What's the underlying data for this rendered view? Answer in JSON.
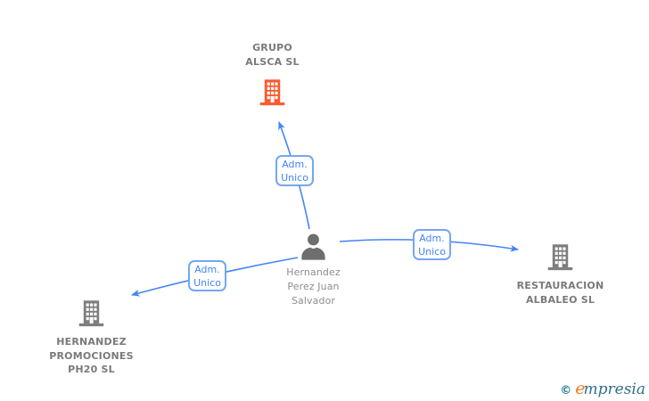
{
  "diagram": {
    "nodes": {
      "grupo_alsca": {
        "label": "GRUPO\nALSCA  SL",
        "type": "company",
        "icon": "building-icon",
        "icon_color": "#fa5b2e",
        "highlighted": true
      },
      "person": {
        "label": "Hernandez\nPerez Juan\nSalvador",
        "type": "person",
        "icon": "person-icon",
        "icon_color": "#6e6e6e",
        "highlighted": false
      },
      "restauracion_albaleo": {
        "label": "RESTAURACION\nALBALEO  SL",
        "type": "company",
        "icon": "building-icon",
        "icon_color": "#7e7e7e",
        "highlighted": false
      },
      "hernandez_promociones": {
        "label": "HERNANDEZ\nPROMOCIONES\nPH20  SL",
        "type": "company",
        "icon": "building-icon",
        "icon_color": "#7e7e7e",
        "highlighted": false
      }
    },
    "edges": [
      {
        "from": "person",
        "to": "grupo_alsca",
        "label": "Adm.\nUnico"
      },
      {
        "from": "person",
        "to": "hernandez_promociones",
        "label": "Adm.\nUnico"
      },
      {
        "from": "person",
        "to": "restauracion_albaleo",
        "label": "Adm.\nUnico"
      }
    ],
    "colors": {
      "edge_blue": "#4285f4",
      "edge_label_border": "#76a6f1",
      "company_gray": "#7e7e7e",
      "company_text_gray": "#7a7a7a",
      "person_text_gray": "#8d8d8d",
      "highlight_orange": "#fa5b2e"
    }
  },
  "footer": {
    "copyright_symbol": "©",
    "brand_initial": "e",
    "brand_rest": "mpresia"
  }
}
